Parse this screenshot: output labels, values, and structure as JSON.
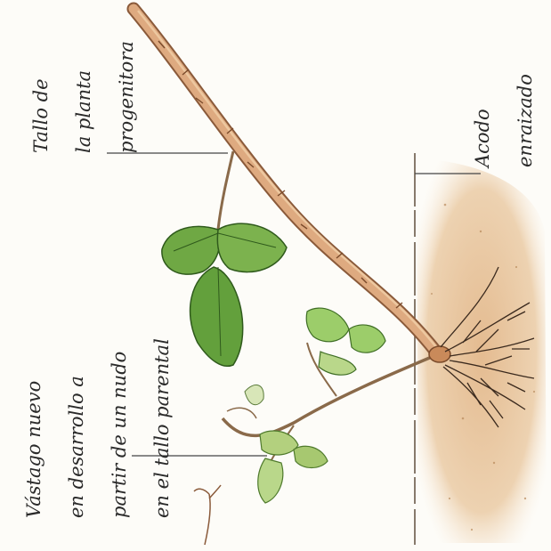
{
  "labels": {
    "parent_stem": [
      "Tallo de",
      "la planta",
      "progenitora"
    ],
    "rooted_layer": [
      "Acodo",
      "enraizado"
    ],
    "new_shoot": [
      "Vástago nuevo",
      "en desarrollo a",
      "partir de un nudo",
      "en el tallo parental"
    ]
  },
  "colors": {
    "stem": "#d9a37b",
    "stem_outline": "#8a5a3a",
    "soil": "#e9c8a3",
    "leaf": "#6fa844",
    "leaf_dark": "#3f6e25",
    "leaf_light": "#b9d78a",
    "roots": "#3b2a1e",
    "leader_line": "#444444"
  },
  "icons": [
    "plant-stem-icon",
    "leaf-cluster-icon",
    "root-system-icon"
  ]
}
